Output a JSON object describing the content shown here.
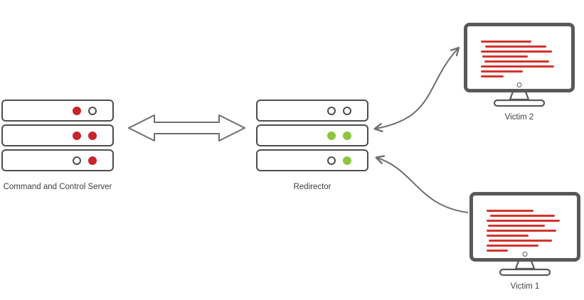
{
  "diagram": {
    "palette": {
      "background": "#ffffff",
      "server_outline": "#4d4d4d",
      "monitor_outline": "#58595b",
      "arrow": "#6d6e71",
      "led_red": "#c9232b",
      "led_green": "#8dc63f",
      "led_off": "#ffffff",
      "screen_line_red": "#d2342e",
      "label_text": "#3f3f3f"
    },
    "nodes": {
      "c2_server": {
        "label": "Command and Control Server",
        "leds": [
          [
            "red",
            "off"
          ],
          [
            "red",
            "red"
          ],
          [
            "off",
            "red"
          ]
        ]
      },
      "redirector": {
        "label": "Redirector",
        "leds": [
          [
            "off",
            "off"
          ],
          [
            "green",
            "green"
          ],
          [
            "off",
            "green"
          ]
        ]
      },
      "victim2": {
        "label": "Victim 2",
        "screen_lines": [
          {
            "w": 62,
            "i": 0
          },
          {
            "w": 76,
            "i": 5
          },
          {
            "w": 88,
            "i": 0
          },
          {
            "w": 56,
            "i": 2
          },
          {
            "w": 80,
            "i": 4
          },
          {
            "w": 90,
            "i": 0
          },
          {
            "w": 52,
            "i": 0
          },
          {
            "w": 28,
            "i": 0
          }
        ]
      },
      "victim1": {
        "label": "Victim 1",
        "screen_lines": [
          {
            "w": 58,
            "i": 0
          },
          {
            "w": 80,
            "i": 4
          },
          {
            "w": 90,
            "i": 0
          },
          {
            "w": 70,
            "i": 2
          },
          {
            "w": 86,
            "i": 0
          },
          {
            "w": 52,
            "i": 0
          },
          {
            "w": 78,
            "i": 3
          },
          {
            "w": 64,
            "i": 0
          },
          {
            "w": 26,
            "i": 0
          }
        ]
      }
    },
    "connections": [
      {
        "from": "Command and Control Server",
        "to": "Redirector",
        "style": "double-block-arrow",
        "bidirectional": true
      },
      {
        "from": "Victim 2",
        "to": "Redirector",
        "style": "curved-arrow",
        "bidirectional": true
      },
      {
        "from": "Victim 1",
        "to": "Redirector",
        "style": "curved-arrow",
        "bidirectional": false
      }
    ]
  }
}
